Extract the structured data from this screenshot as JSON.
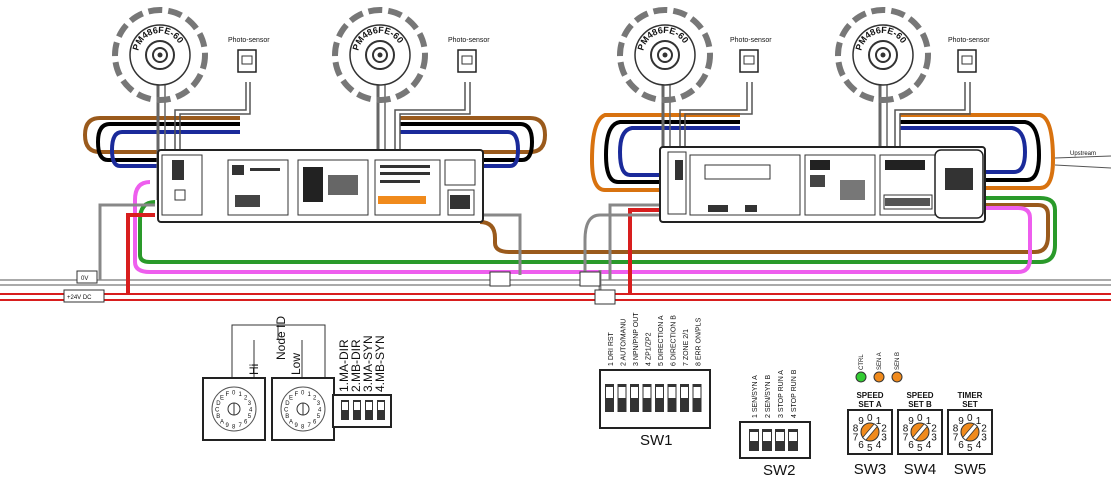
{
  "motors": {
    "label": "PM486FE-60",
    "photo_sensor_label": "Photo-sensor"
  },
  "power": {
    "zero_v": "0V",
    "plus_24v": "+24V DC"
  },
  "upstream_label": "Upstream",
  "node_id": {
    "title": "Node ID",
    "hi": "Hi",
    "low": "Low",
    "dial_chars": "0123456789ABCDEF"
  },
  "mode_switch": {
    "options": [
      "1.MA-DIR",
      "2.MB-DIR",
      "3.MA-SYN",
      "4.MB-SYN"
    ]
  },
  "sw1": {
    "label": "SW1",
    "options": [
      "1 DRI RST",
      "2 AUTO/MANU",
      "3 NPN/PNP OUT",
      "4 ZP1/ZP2",
      "5 DIRECTION A",
      "6 DIRECTION B",
      "7 ZONE 2/1",
      "8 ERR ON/PLS"
    ]
  },
  "sw2": {
    "label": "SW2",
    "options": [
      "1 SEN/SYN A",
      "2 SEN/SYN B",
      "3 STOP RUN A",
      "4 STOP RUN B"
    ]
  },
  "leds": [
    {
      "label": "CTRL",
      "color": "#33cc33"
    },
    {
      "label": "SEN A",
      "color": "#f08a1c"
    },
    {
      "label": "SEN B",
      "color": "#f08a1c"
    }
  ],
  "rotaries": [
    {
      "title_line1": "SPEED",
      "title_line2": "SET A",
      "label": "SW3"
    },
    {
      "title_line1": "SPEED",
      "title_line2": "SET B",
      "label": "SW4"
    },
    {
      "title_line1": "TIMER",
      "title_line2": "SET",
      "label": "SW5"
    }
  ],
  "colors": {
    "red": "#d81e1e",
    "brown": "#9a5a1c",
    "blue": "#1a2a9a",
    "green": "#2a9a2a",
    "magenta": "#ee5eee",
    "orange": "#f08a1c",
    "orange_wire": "#d8720f",
    "gray": "#888888"
  }
}
